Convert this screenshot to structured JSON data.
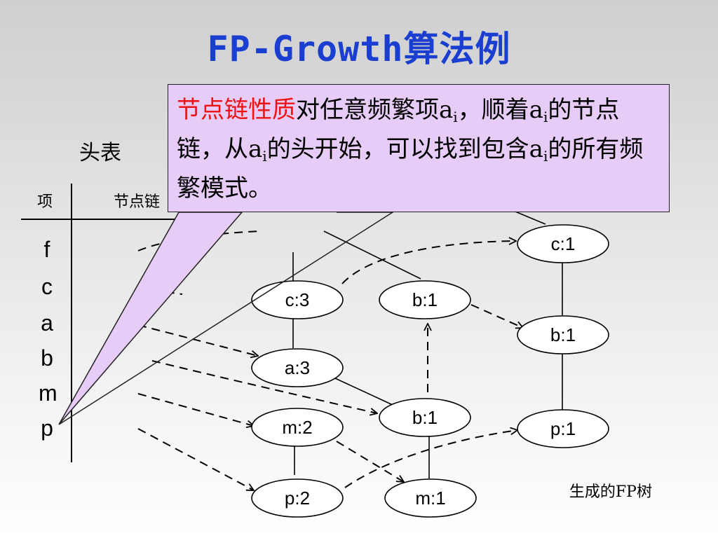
{
  "title": "FP-Growth算法例",
  "head_table": {
    "label": "头表",
    "col_item": "项",
    "col_link": "节点链",
    "items": [
      "f",
      "c",
      "a",
      "b",
      "m",
      "p"
    ]
  },
  "tree_nodes": [
    "c:3",
    "b:1",
    "c:1",
    "b:1",
    "a:3",
    "b:1",
    "p:1",
    "m:2",
    "p:2",
    "m:1"
  ],
  "callout": {
    "highlight": "节点链性质",
    "t1": "对任意频繁项a",
    "s1": "i",
    "t2": "，顺着a",
    "s2": "i",
    "t3": "的节点链，从a",
    "s3": "i",
    "t4": "的头开始，可以找到包含a",
    "s4": "i",
    "t5": "的所有频繁模式。"
  },
  "caption": "生成的FP树"
}
